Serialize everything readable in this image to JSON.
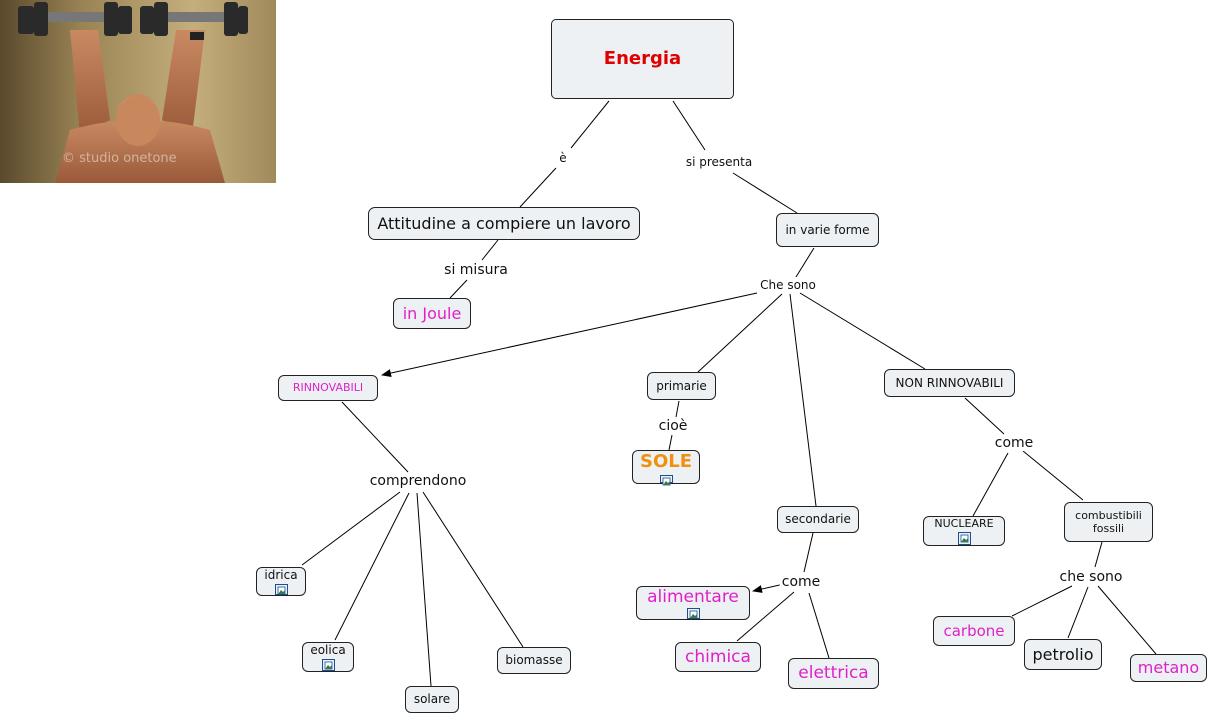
{
  "root": "Energia",
  "concepts": {
    "attitudine": "Attitudine a compiere un lavoro",
    "joule": "in Joule",
    "varie_forme": "in varie forme",
    "rinnovabili": "RINNOVABILI",
    "primarie": "primarie",
    "sole": "SOLE",
    "non_rinnovabili": "NON RINNOVABILI",
    "secondarie": "secondarie",
    "nucleare": "NUCLEARE",
    "combustibili": "combustibili fossili",
    "idrica": "idrica",
    "eolica": "eolica",
    "solare": "solare",
    "biomasse": "biomasse",
    "alimentare": "alimentare",
    "chimica": "chimica",
    "elettrica": "elettrica",
    "carbone": "carbone",
    "petrolio": "petrolio",
    "metano": "metano"
  },
  "links": {
    "e": "è",
    "si_presenta": "si presenta",
    "si_misura": "si misura",
    "che_sono": "Che sono",
    "cioe": "cioè",
    "comprendono": "comprendono",
    "come_non_rinn": "come",
    "come_secondarie": "come",
    "che_sono_comb": "che sono"
  },
  "photo_watermark": "© studio onetone",
  "colors": {
    "root_text": "#e00000",
    "highlight": "#e020c8",
    "sole": "#f09010",
    "node_bg": "#edf1f3"
  }
}
